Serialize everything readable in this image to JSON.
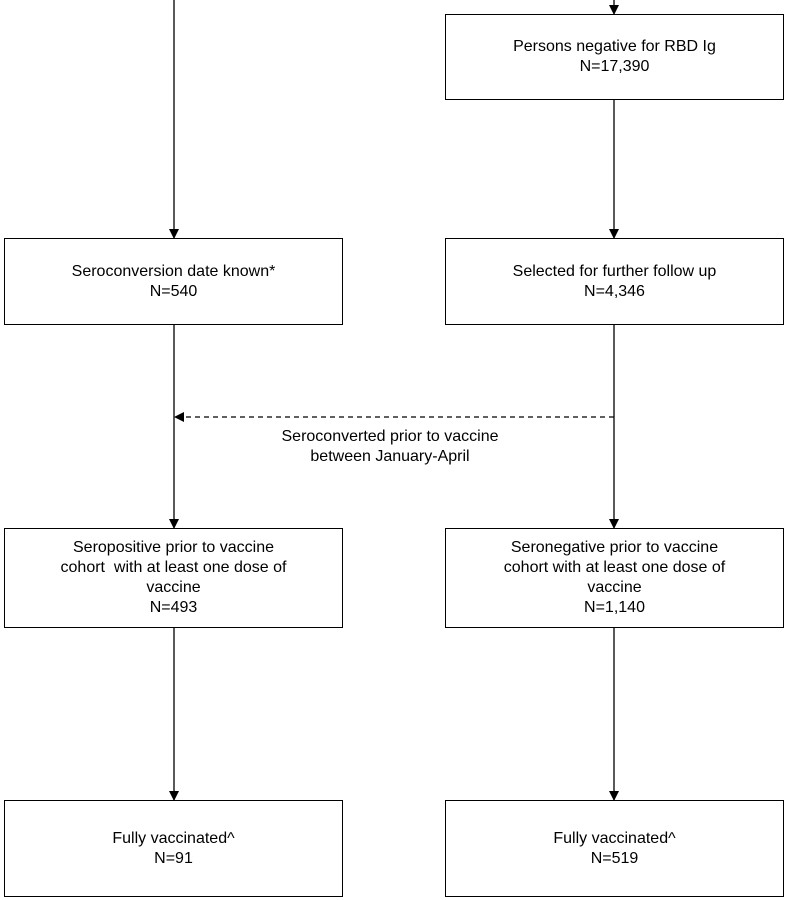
{
  "boxes": {
    "persons_negative": {
      "line1": "Persons negative for RBD Ig",
      "n": "N=17,390"
    },
    "seroconversion_known": {
      "line1": "Seroconversion date known*",
      "n": "N=540"
    },
    "selected_followup": {
      "line1": "Selected for further follow up",
      "n": "N=4,346"
    },
    "seropositive_cohort": {
      "line1": "Seropositive prior to vaccine",
      "line2": "cohort  with at least one dose of",
      "line3": "vaccine",
      "n": "N=493"
    },
    "seronegative_cohort": {
      "line1": "Seronegative prior to vaccine",
      "line2": "cohort with at least one dose of",
      "line3": "vaccine",
      "n": "N=1,140"
    },
    "fully_vaccinated_left": {
      "line1": "Fully vaccinated^",
      "n": "N=91"
    },
    "fully_vaccinated_right": {
      "line1": "Fully vaccinated^",
      "n": "N=519"
    }
  },
  "annotations": {
    "seroconverted": {
      "line1": "Seroconverted prior to vaccine",
      "line2": "between January-April"
    }
  }
}
